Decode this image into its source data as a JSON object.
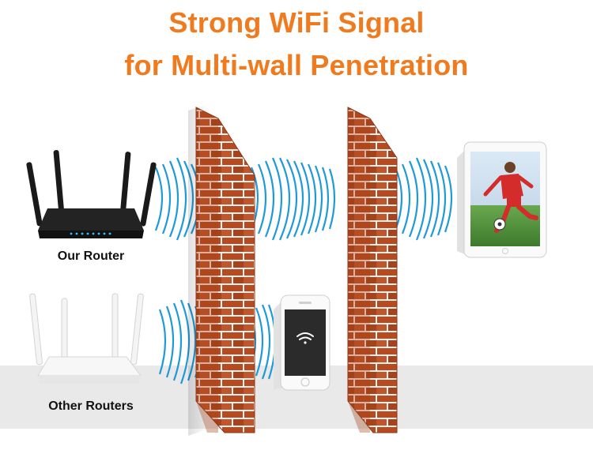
{
  "header": {
    "title_line1": "Strong WiFi Signal",
    "title_line2": "for Multi-wall Penetration"
  },
  "routers": {
    "our_label": "Our Router",
    "other_label": "Other Routers"
  },
  "colors": {
    "title": "#f07a1e",
    "signal": "#1f9ad8",
    "brick": "#b84a20",
    "mortar": "#f2f2f2",
    "floor": "#e9e9e9"
  },
  "icons": [
    "router-icon",
    "wifi-icon",
    "smartphone-icon",
    "tablet-icon",
    "brick-wall-icon"
  ]
}
